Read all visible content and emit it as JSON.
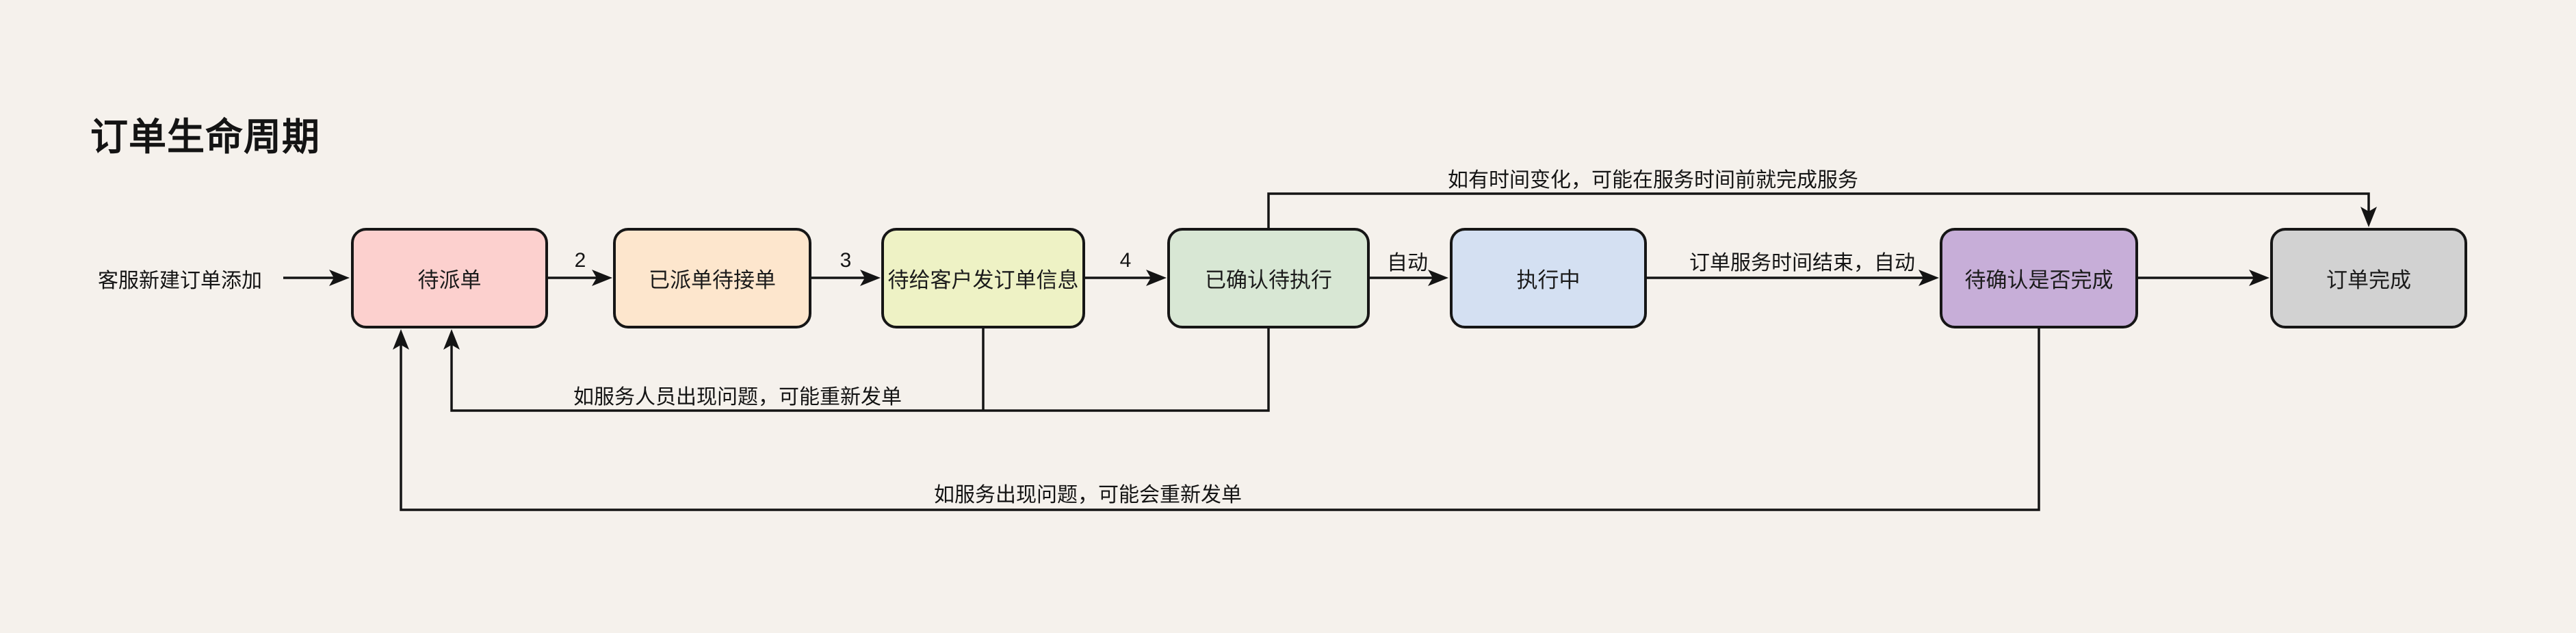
{
  "title": "订单生命周期",
  "colors": {
    "background": "#f5f1ec",
    "line": "#141414",
    "text": "#141414",
    "node_border": "#161616"
  },
  "diagram": {
    "start_label": "客服新建订单添加",
    "nodes": [
      {
        "id": "pending-dispatch",
        "label": "待派单",
        "fill": "#fcd0ce"
      },
      {
        "id": "dispatched-awaiting-accept",
        "label": "已派单待接单",
        "fill": "#fde6cd"
      },
      {
        "id": "send-order-info",
        "label": "待给客户发订单信息",
        "fill": "#eef2c5"
      },
      {
        "id": "confirmed-pending-execution",
        "label": "已确认待执行",
        "fill": "#d8e7d4"
      },
      {
        "id": "executing",
        "label": "执行中",
        "fill": "#d4e0f2"
      },
      {
        "id": "pending-completion-confirm",
        "label": "待确认是否完成",
        "fill": "#c7aed8"
      },
      {
        "id": "order-complete",
        "label": "订单完成",
        "fill": "#d2d2d2"
      }
    ],
    "edges": [
      {
        "from": "start",
        "to": "pending-dispatch",
        "label": ""
      },
      {
        "from": "pending-dispatch",
        "to": "dispatched-awaiting-accept",
        "label": "2"
      },
      {
        "from": "dispatched-awaiting-accept",
        "to": "send-order-info",
        "label": "3"
      },
      {
        "from": "send-order-info",
        "to": "confirmed-pending-execution",
        "label": "4"
      },
      {
        "from": "confirmed-pending-execution",
        "to": "executing",
        "label": "自动"
      },
      {
        "from": "executing",
        "to": "pending-completion-confirm",
        "label": "订单服务时间结束，自动"
      },
      {
        "from": "pending-completion-confirm",
        "to": "order-complete",
        "label": ""
      },
      {
        "from": "confirmed-pending-execution",
        "to": "order-complete",
        "label": "如有时间变化，可能在服务时间前就完成服务"
      },
      {
        "from": "confirmed-pending-execution",
        "to": "pending-dispatch",
        "label": "如服务人员出现问题，可能重新发单"
      },
      {
        "from": "pending-completion-confirm",
        "to": "pending-dispatch",
        "label": "如服务出现问题，可能会重新发单"
      }
    ]
  }
}
